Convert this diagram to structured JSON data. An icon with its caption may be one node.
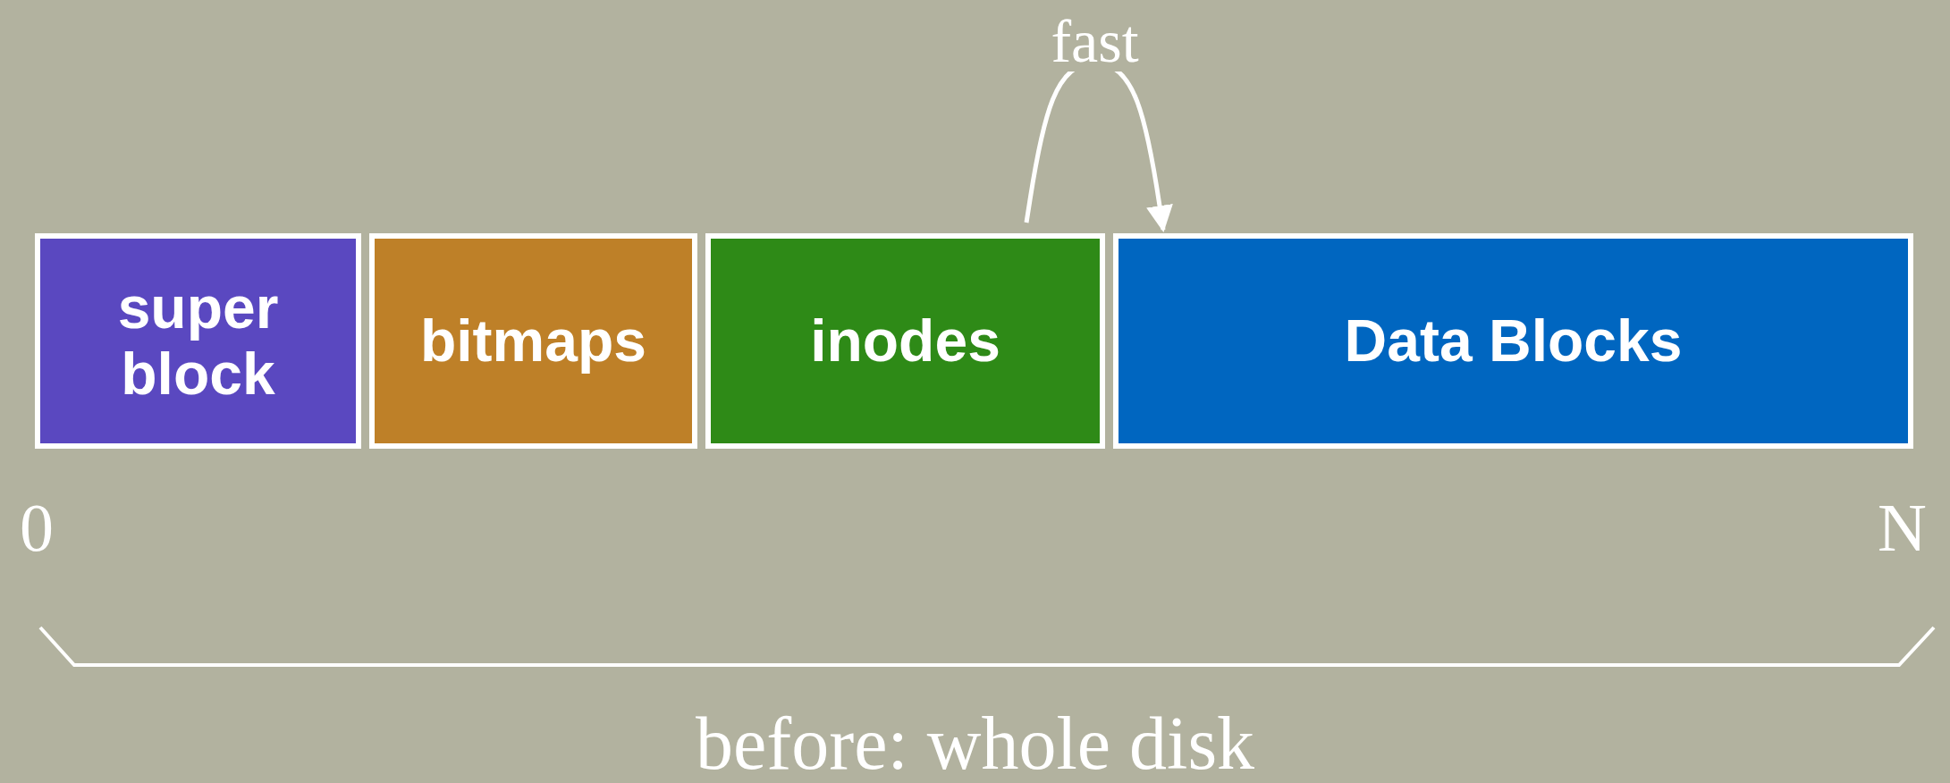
{
  "diagram": {
    "nodes": [
      {
        "text": [
          "super block"
        ]
      },
      {
        "text": [
          "bitmaps"
        ]
      },
      {
        "text": [
          "inodes"
        ]
      },
      {
        "text": [
          "Data Blocks"
        ]
      }
    ],
    "edges": [
      {
        "from": 2,
        "to": 3,
        "arrow": "to",
        "label": "fast"
      }
    ],
    "labels": [
      "0",
      "N",
      "before: whole disk"
    ]
  }
}
